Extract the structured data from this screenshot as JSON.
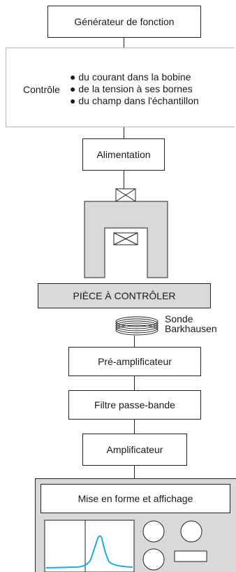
{
  "generator": {
    "label": "Générateur de fonction"
  },
  "control": {
    "title": "Contrôle",
    "items": [
      "du courant dans la bobine",
      "de la tension à ses bornes",
      "du champ dans l'échantillon"
    ]
  },
  "supply": {
    "label": "Alimentation"
  },
  "specimen": {
    "label": "PIÈCE À CONTRÔLER"
  },
  "probe": {
    "line1": "Sonde",
    "line2": "Barkhausen"
  },
  "preamp": {
    "label": "Pré-amplificateur"
  },
  "filter": {
    "label": "Filtre passe-bande"
  },
  "amp": {
    "label": "Amplificateur"
  },
  "display": {
    "label": "Mise en forme et affichage"
  },
  "colors": {
    "panel_gray": "#d9d9d9",
    "curve": "#20a8e0",
    "border": "#222222"
  }
}
